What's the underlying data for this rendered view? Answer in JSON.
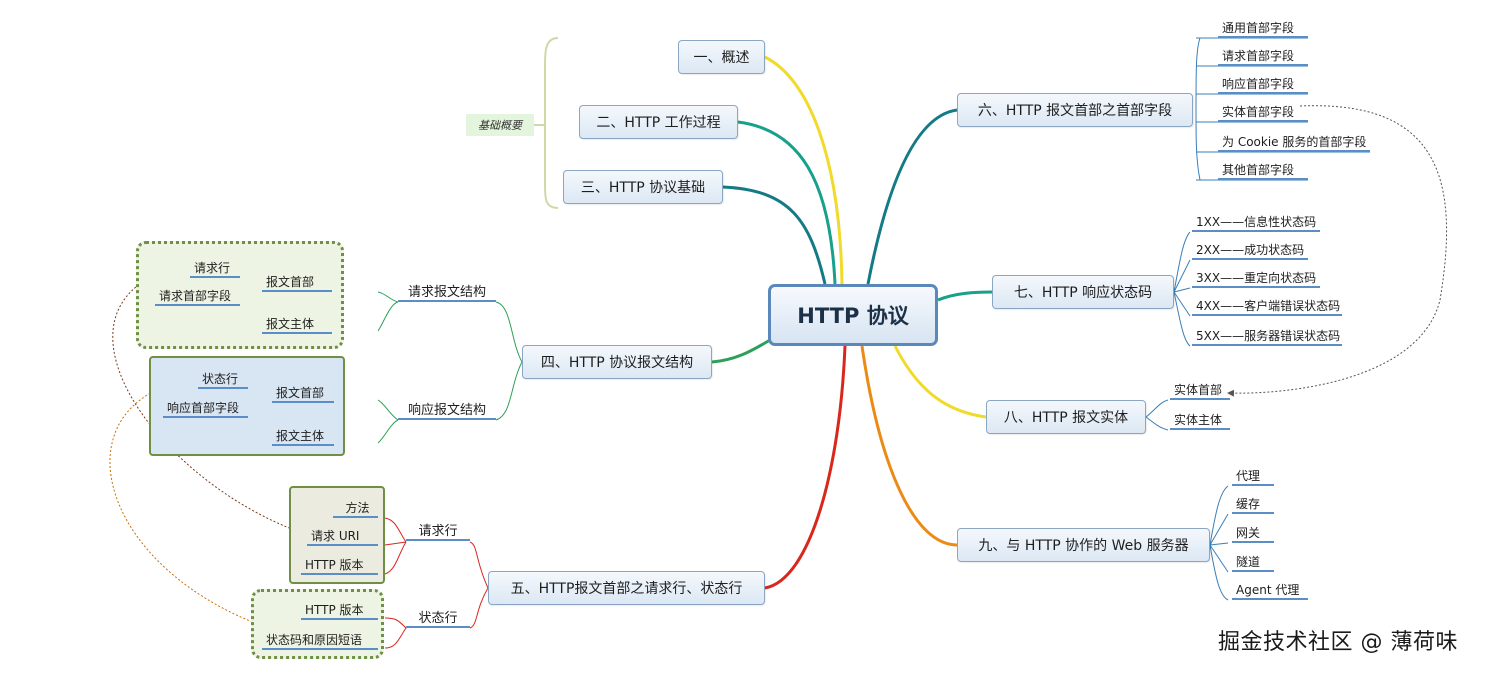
{
  "central": "HTTP 协议",
  "callout": "基础概要",
  "topics": {
    "t1": "一、概述",
    "t2": "二、HTTP 工作过程",
    "t3": "三、HTTP 协议基础",
    "t4": "四、HTTP 协议报文结构",
    "t5": "五、HTTP报文首部之请求行、状态行",
    "t6": "六、HTTP 报文首部之首部字段",
    "t7": "七、HTTP 响应状态码",
    "t8": "八、HTTP 报文实体",
    "t9": "九、与 HTTP 协作的 Web 服务器"
  },
  "t4_children": {
    "request": "请求报文结构",
    "response": "响应报文结构",
    "req_header": "报文首部",
    "req_body": "报文主体",
    "req_line": "请求行",
    "req_header_fields": "请求首部字段",
    "res_header": "报文首部",
    "res_body": "报文主体",
    "status_line": "状态行",
    "res_header_fields": "响应首部字段"
  },
  "t5_children": {
    "request_line": "请求行",
    "status_line": "状态行",
    "method": "方法",
    "uri": "请求 URI",
    "version1": "HTTP 版本",
    "version2": "HTTP 版本",
    "status_code": "状态码和原因短语"
  },
  "t6_children": [
    "通用首部字段",
    "请求首部字段",
    "响应首部字段",
    "实体首部字段",
    "为 Cookie 服务的首部字段",
    "其他首部字段"
  ],
  "t7_children": [
    "1XX——信息性状态码",
    "2XX——成功状态码",
    "3XX——重定向状态码",
    "4XX——客户端错误状态码",
    "5XX——服务器错误状态码"
  ],
  "t8_children": [
    "实体首部",
    "实体主体"
  ],
  "t9_children": [
    "代理",
    "缓存",
    "网关",
    "隧道",
    "Agent 代理"
  ],
  "watermark": "掘金技术社区 @ 薄荷味",
  "colors": {
    "central_border": "#5b88bb",
    "topic_border": "#8aa6c2",
    "underline": "#5b8ec7",
    "group_border": "#6f8f44",
    "branch_yellow": "#f2da2a",
    "branch_teal": "#17a08a",
    "branch_green": "#2ca05a",
    "branch_red": "#d8281e",
    "branch_orange": "#ec8a16",
    "branch_darkteal": "#137a86"
  }
}
